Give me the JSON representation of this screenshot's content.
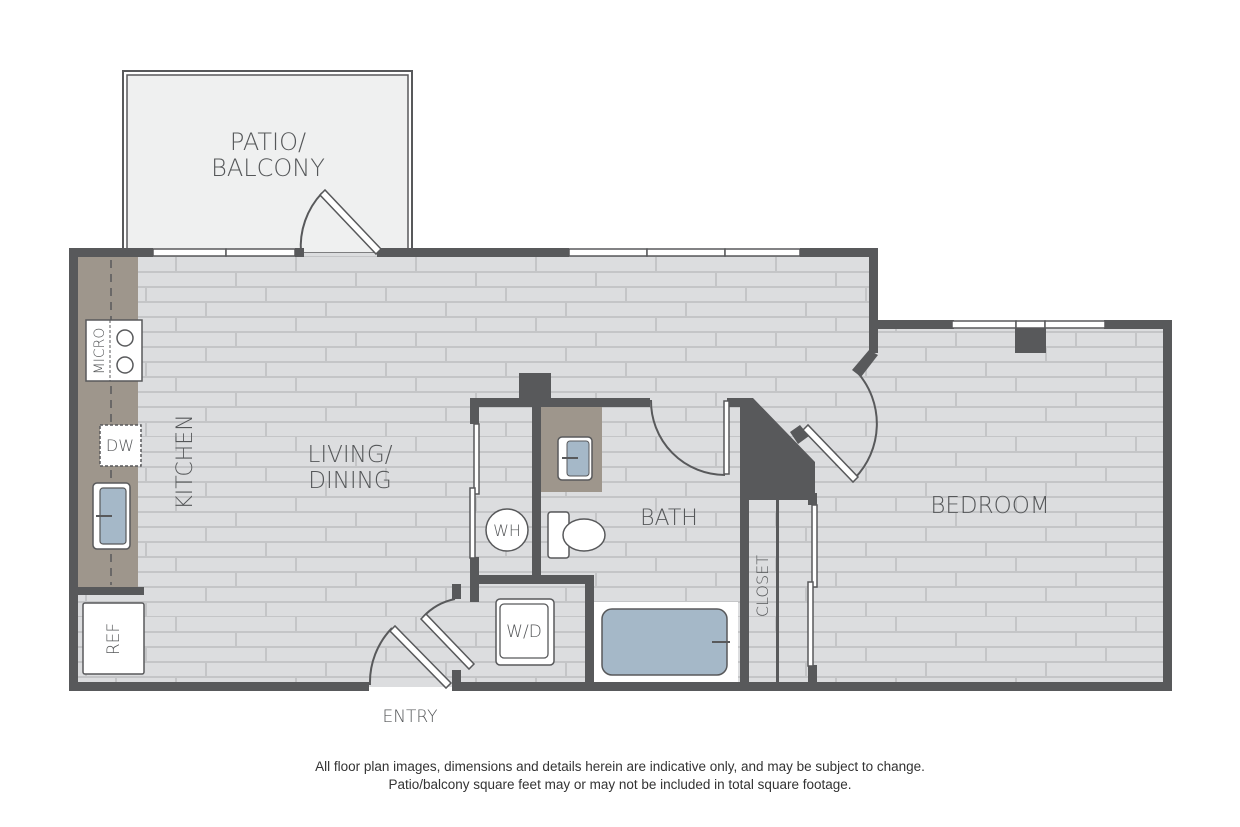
{
  "floor_plan": {
    "rooms": [
      {
        "id": "patio",
        "label_lines": [
          "PATIO/",
          "BALCONY"
        ]
      },
      {
        "id": "living",
        "label_lines": [
          "LIVING/",
          "DINING"
        ]
      },
      {
        "id": "kitchen",
        "label": "KITCHEN"
      },
      {
        "id": "bath",
        "label": "BATH"
      },
      {
        "id": "bedroom",
        "label": "BEDROOM"
      },
      {
        "id": "closet",
        "label": "CLOSET"
      }
    ],
    "fixtures": {
      "micro": "MICRO",
      "dishwasher": "DW",
      "refrigerator": "REF",
      "water_heater": "WH",
      "washer_dryer": "W/D"
    },
    "entry_label": "ENTRY",
    "colors": {
      "wall": "#58595b",
      "floor": "#dcdddf",
      "floor_seam": "#c4c5c7",
      "counter": "#9e968c",
      "patio": "#eff0f0",
      "water": "#a5b8c8",
      "text": "#555759"
    }
  },
  "disclaimer": {
    "line1": "All floor plan images, dimensions and details herein are indicative only, and may be subject to change.",
    "line2": "Patio/balcony square feet may or may not be included in total square footage."
  }
}
